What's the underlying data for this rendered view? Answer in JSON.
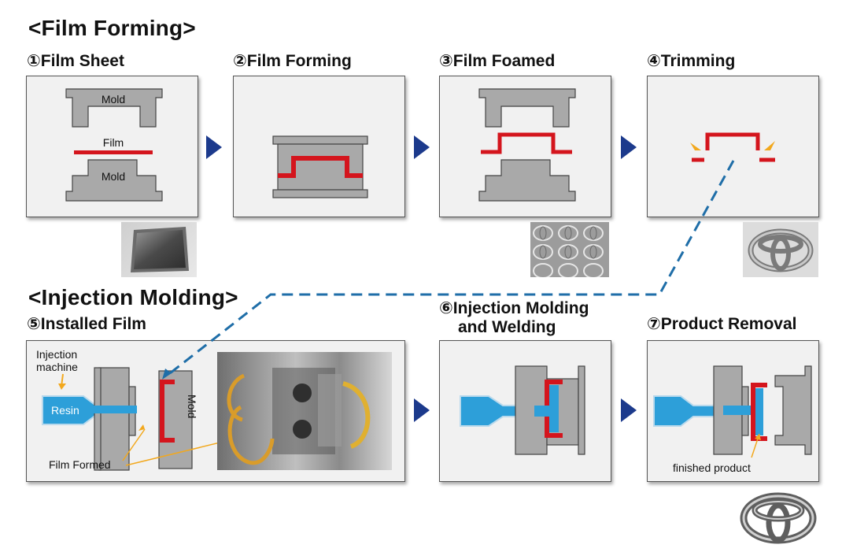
{
  "headings": {
    "film_forming": "<Film Forming>",
    "injection_molding": "<Injection Molding>"
  },
  "steps": [
    {
      "num": "①",
      "title": "Film Sheet"
    },
    {
      "num": "②",
      "title": "Film Forming"
    },
    {
      "num": "③",
      "title": "Film Foamed"
    },
    {
      "num": "④",
      "title": "Trimming"
    },
    {
      "num": "⑤",
      "title": "Installed Film"
    },
    {
      "num": "⑥",
      "title_line1": "Injection Molding",
      "title_line2": "and Welding"
    },
    {
      "num": "⑦",
      "title": "Product Removal"
    }
  ],
  "labels": {
    "mold": "Mold",
    "film": "Film",
    "resin": "Resin",
    "injection_machine_line1": "Injection",
    "injection_machine_line2": "machine",
    "film_formed": "Film Formed",
    "finished_product": "finished product"
  },
  "colors": {
    "mold_fill": "#a9a9a9",
    "film_red": "#d4151d",
    "resin_blue": "#2d9fd9",
    "arrow_navy": "#1c3a8c",
    "dashed_blue": "#1f6ea8",
    "spark_yellow": "#f2a81d"
  }
}
